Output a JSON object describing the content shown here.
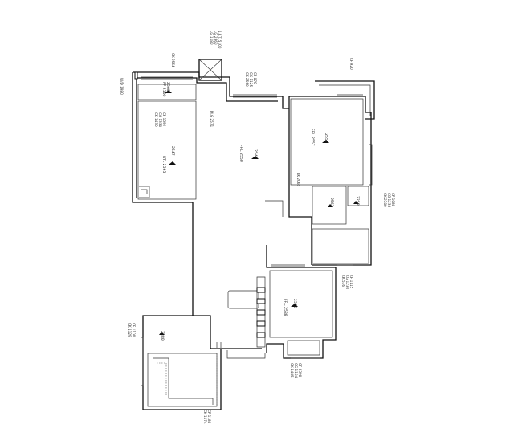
{
  "plan": {
    "labels": {
      "tl_window": "W/D 1980",
      "top_window_a": "CK 2564",
      "duct_tag_1": "LG 1180",
      "duct_tag_2": "LG 2360",
      "duct_tag_3": "1.F.T. 5100",
      "top_center_1": "CK 2560",
      "top_center_2": "CG 1125",
      "top_center_3": "CF 870",
      "top_right": "CF 920",
      "room_a_level": "2560",
      "room_a_ff": "FF 2100",
      "bed_left_1": "CK 1430",
      "bed_left_2": "CG 1330",
      "bed_left_3": "CF 1592",
      "bed_left_level": "2547",
      "bed_left_ff": "RTL 2595",
      "living_mid": "M.G 2571",
      "living_level": "2548",
      "living_ff": "FF.L 2550",
      "room_right_level": "2557",
      "room_right_ff": "FF.L 2557",
      "lk_tag": "LK 2066",
      "bath_a": "2563",
      "bath_b": "2258",
      "right_tags_1": "CK 2780",
      "right_tags_2": "CG 1235",
      "right_tags_3": "CF 1080",
      "mid_right_1": "CK 536",
      "mid_right_2": "CG 1230",
      "mid_right_3": "CF 1115",
      "kitchen_level": "2576",
      "kitchen_ff": "FF.L 2588",
      "left_tags_1": "CK 1129",
      "left_tags_2": "CF 1100",
      "bottom_level": "2380",
      "bottom_tags_1": "CK 1485",
      "bottom_tags_2": "CG 1104",
      "bottom_tags_3": "CF 3390",
      "corner_tags_1": "CK 1174",
      "corner_tags_2": "CF 1180"
    }
  }
}
